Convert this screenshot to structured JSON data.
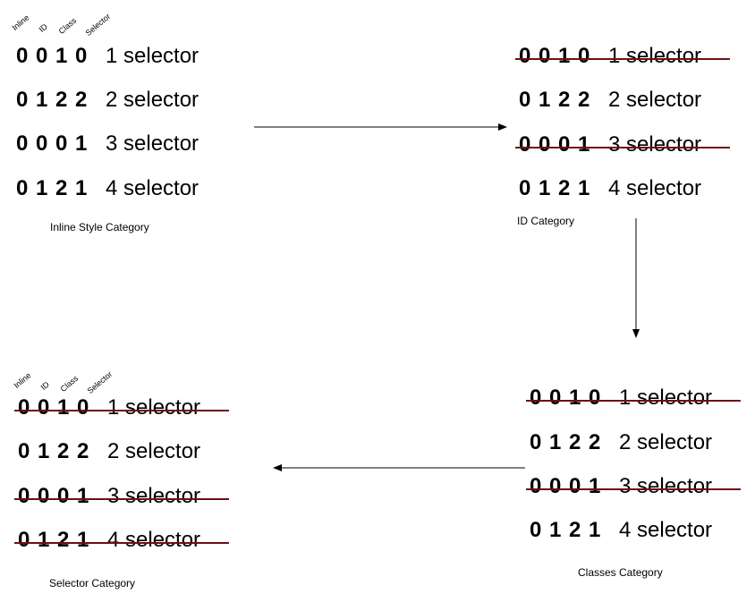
{
  "column_headers": [
    "Inline",
    "ID",
    "Class",
    "Selector"
  ],
  "panels": [
    {
      "caption": "Inline Style Category",
      "rows": [
        {
          "digits": "0 0 1 0",
          "label": "1 selector",
          "struck": false
        },
        {
          "digits": "0 1 2 2",
          "label": "2 selector",
          "struck": false
        },
        {
          "digits": "0 0 0 1",
          "label": "3 selector",
          "struck": false
        },
        {
          "digits": "0 1 2 1",
          "label": "4 selector",
          "struck": false
        }
      ]
    },
    {
      "caption": "ID Category",
      "rows": [
        {
          "digits": "0 0 1 0",
          "label": "1 selector",
          "struck": true
        },
        {
          "digits": "0 1 2 2",
          "label": "2 selector",
          "struck": false
        },
        {
          "digits": "0 0 0 1",
          "label": "3 selector",
          "struck": true
        },
        {
          "digits": "0 1 2 1",
          "label": "4 selector",
          "struck": false
        }
      ]
    },
    {
      "caption": "Classes Category",
      "rows": [
        {
          "digits": "0 0 1 0",
          "label": "1 selector",
          "struck": true
        },
        {
          "digits": "0 1 2 2",
          "label": "2 selector",
          "struck": false
        },
        {
          "digits": "0 0 0 1",
          "label": "3 selector",
          "struck": true
        },
        {
          "digits": "0 1 2 1",
          "label": "4 selector",
          "struck": false
        }
      ]
    },
    {
      "caption": "Selector Category",
      "rows": [
        {
          "digits": "0 0 1 0",
          "label": "1 selector",
          "struck": true
        },
        {
          "digits": "0 1 2 2",
          "label": "2 selector",
          "struck": false
        },
        {
          "digits": "0 0 0 1",
          "label": "3 selector",
          "struck": true
        },
        {
          "digits": "0 1 2 1",
          "label": "4 selector",
          "struck": true
        }
      ]
    }
  ],
  "colors": {
    "strike": "#6e1010",
    "text": "#000000"
  }
}
